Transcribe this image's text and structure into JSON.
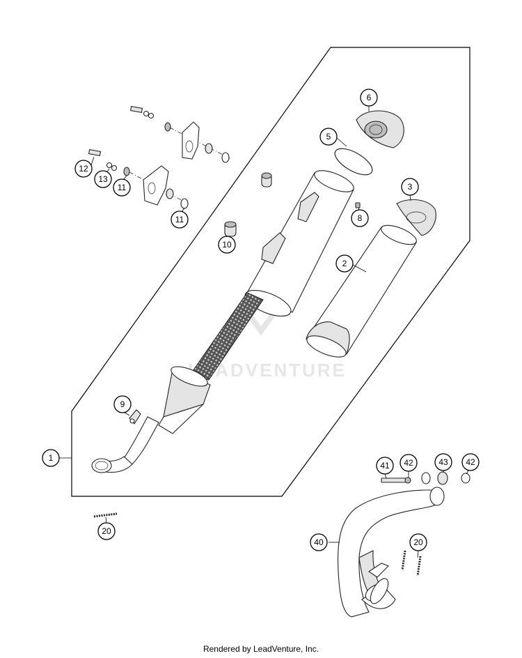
{
  "diagram": {
    "watermark": "LEADVENTURE",
    "footer": "Rendered by LeadVenture, Inc.",
    "callouts": {
      "c1": "1",
      "c2": "2",
      "c3": "3",
      "c5": "5",
      "c6": "6",
      "c8": "8",
      "c9": "9",
      "c10": "10",
      "c11a": "11",
      "c11b": "11",
      "c12": "12",
      "c13": "13",
      "c20a": "20",
      "c20b": "20",
      "c40": "40",
      "c41": "41",
      "c42a": "42",
      "c42b": "42",
      "c43": "43"
    }
  }
}
